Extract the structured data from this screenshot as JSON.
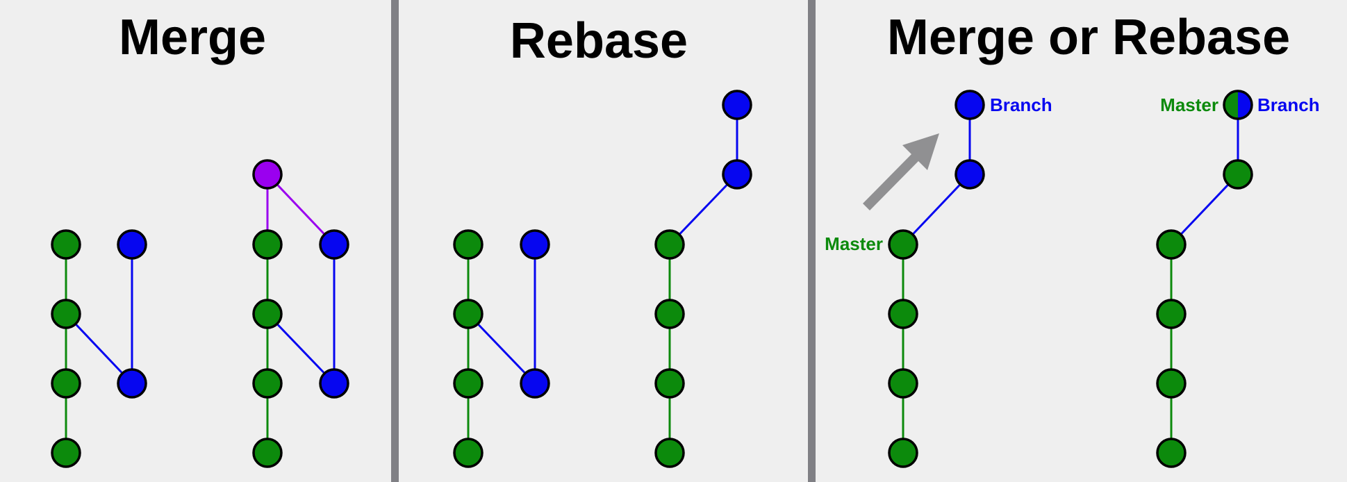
{
  "colors": {
    "background": "#efefef",
    "divider": "#808085",
    "master": "#0c8a0c",
    "branch": "#0606f0",
    "merge": "#9a00ef",
    "arrow": "#909092",
    "outline": "#000000"
  },
  "panels": [
    {
      "id": "merge",
      "title": "Merge"
    },
    {
      "id": "rebase",
      "title": "Rebase"
    },
    {
      "id": "merge-or-rebase",
      "title": "Merge or Rebase"
    }
  ],
  "labels": {
    "master": "Master",
    "branch": "Branch"
  }
}
